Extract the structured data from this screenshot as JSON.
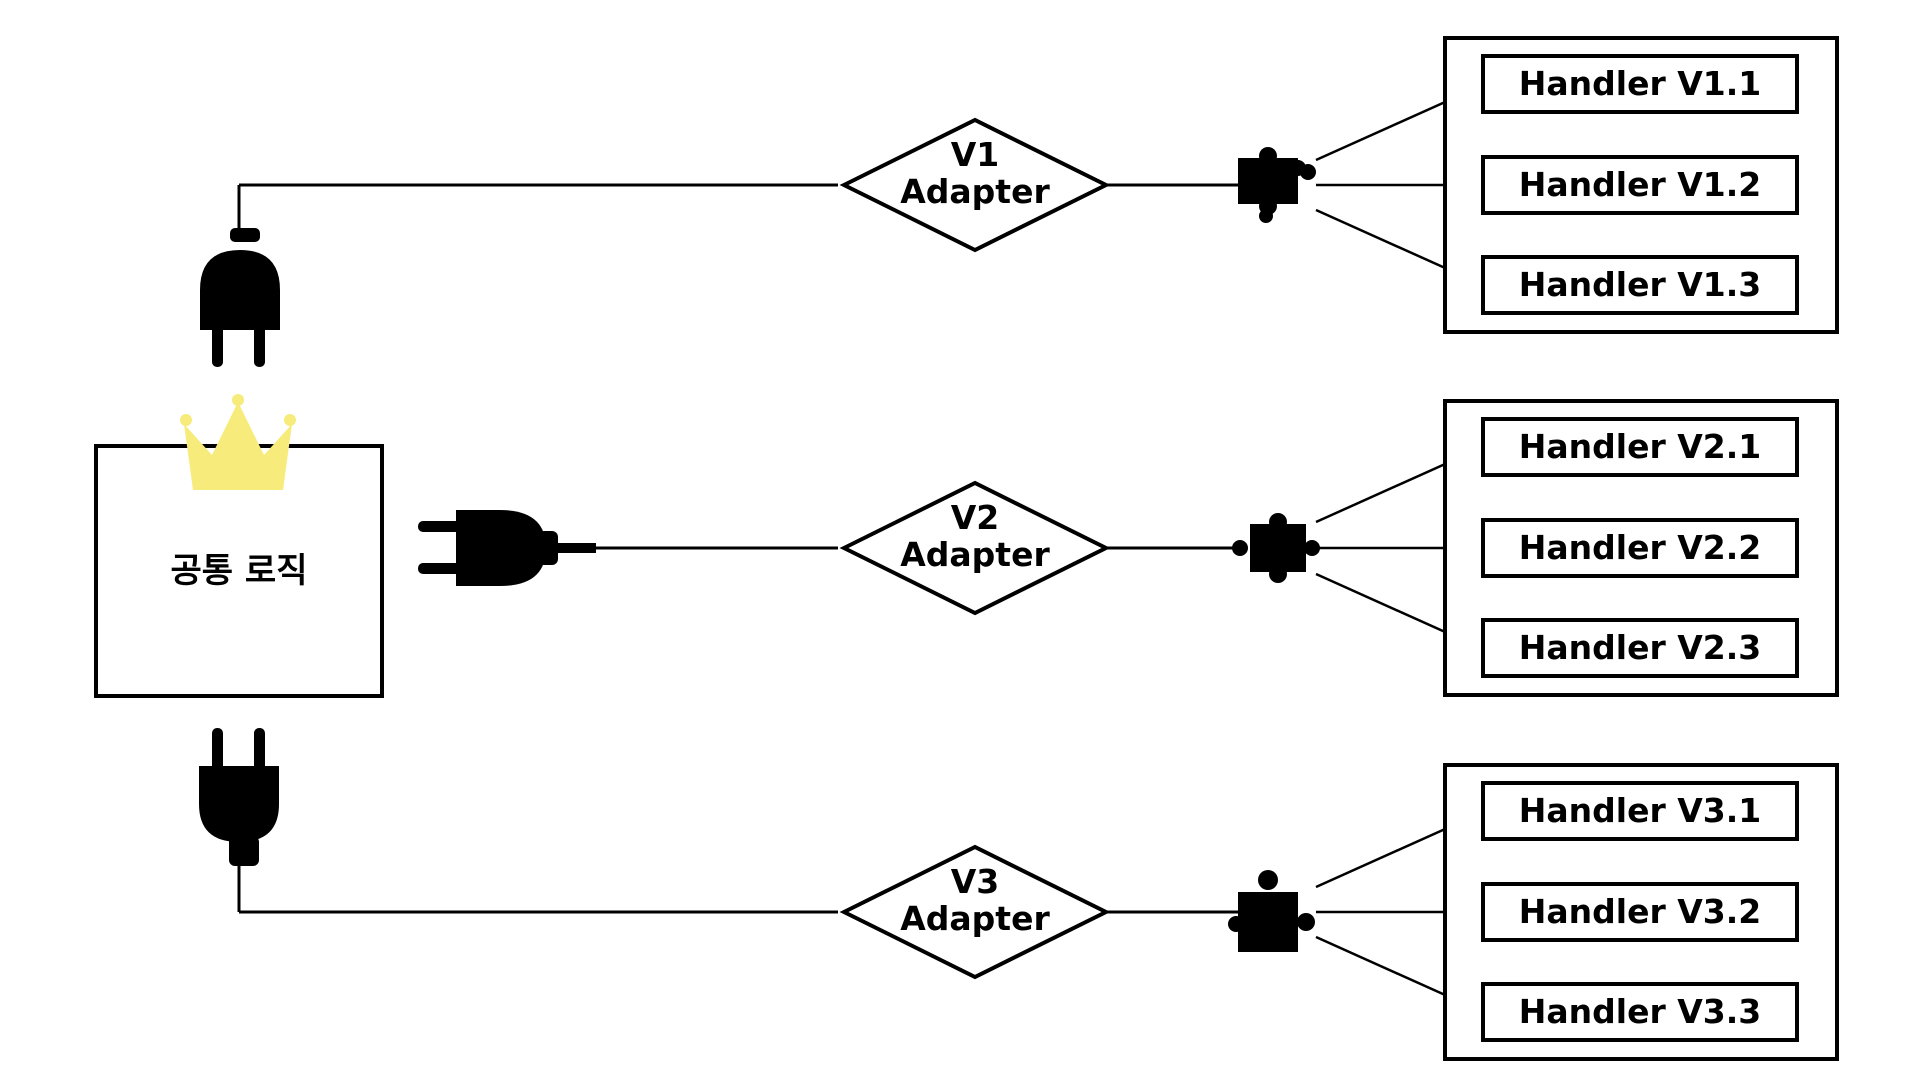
{
  "core": {
    "label": "공통 로직"
  },
  "colors": {
    "crown": "#F7EB7B",
    "line": "#000000",
    "background": "#FFFFFF"
  },
  "icons": {
    "core": "crown-icon",
    "plugs": [
      "plug-icon",
      "plug-icon",
      "plug-icon"
    ],
    "adapters_out": [
      "puzzle-piece-icon",
      "puzzle-piece-icon",
      "puzzle-piece-icon"
    ]
  },
  "groups": [
    {
      "adapter": {
        "line1": "V1",
        "line2": "Adapter"
      },
      "handlers": [
        "Handler V1.1",
        "Handler V1.2",
        "Handler V1.3"
      ]
    },
    {
      "adapter": {
        "line1": "V2",
        "line2": "Adapter"
      },
      "handlers": [
        "Handler V2.1",
        "Handler V2.2",
        "Handler V2.3"
      ]
    },
    {
      "adapter": {
        "line1": "V3",
        "line2": "Adapter"
      },
      "handlers": [
        "Handler V3.1",
        "Handler V3.2",
        "Handler V3.3"
      ]
    }
  ]
}
